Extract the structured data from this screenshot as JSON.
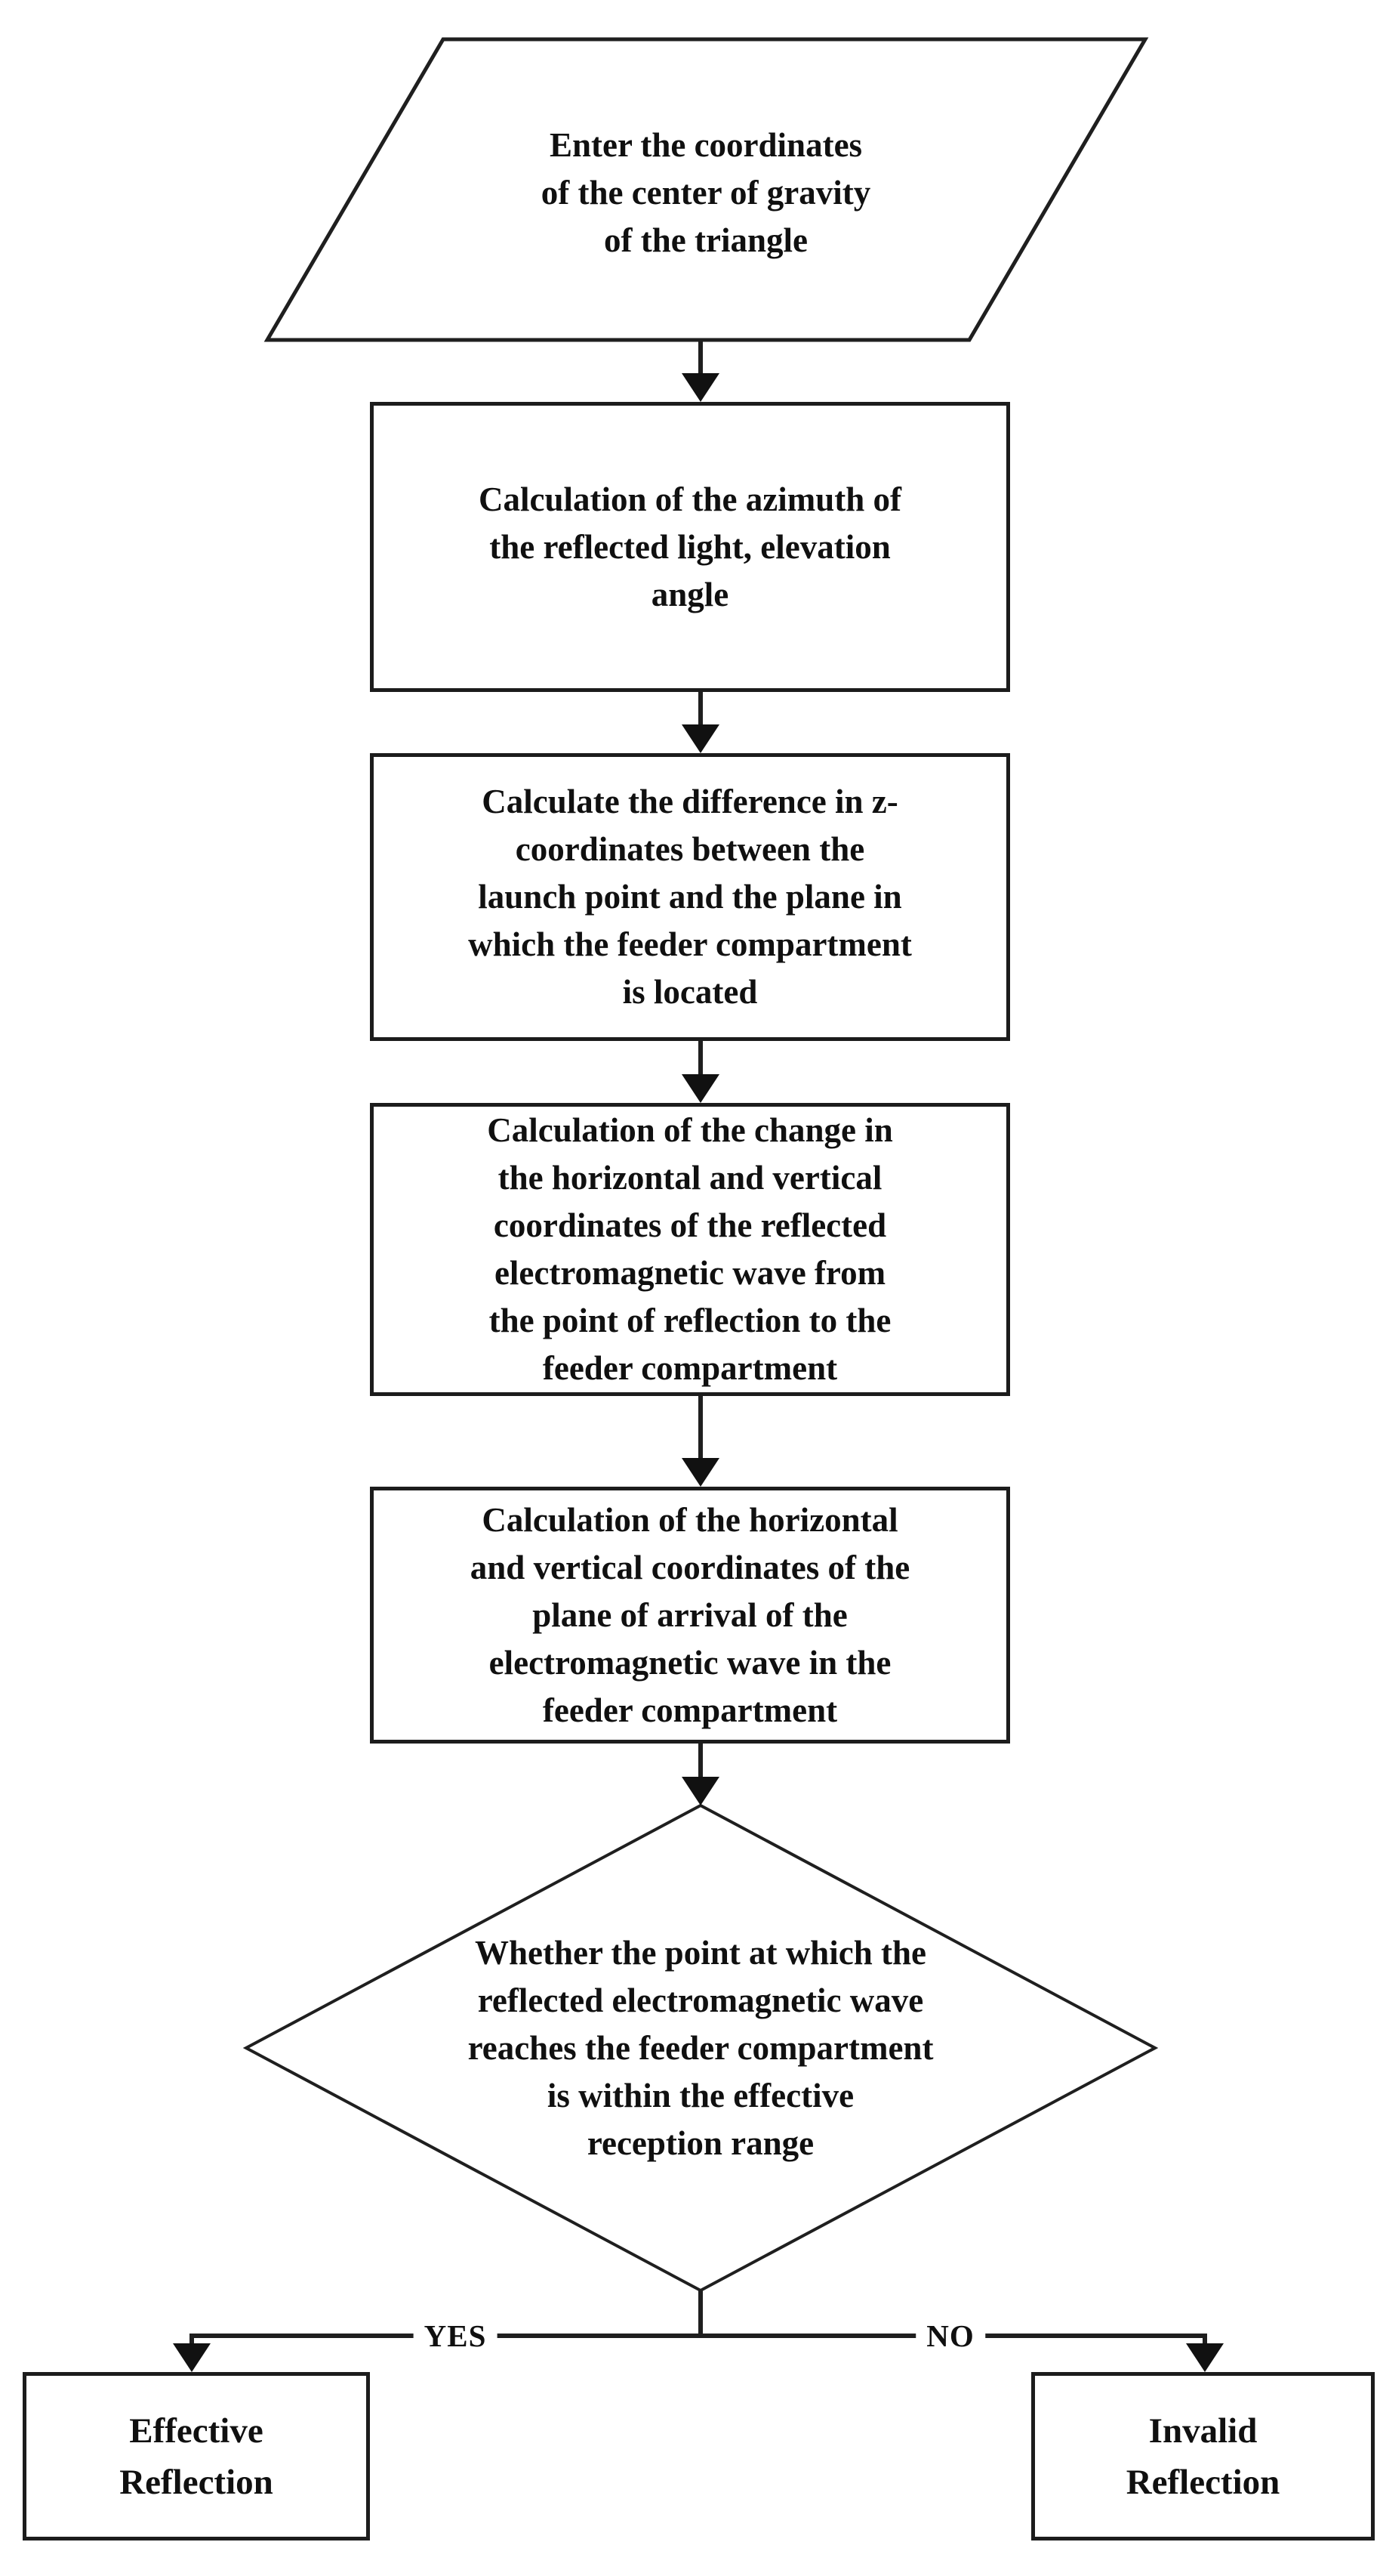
{
  "page": {
    "background": "#ffffff"
  },
  "styles": {
    "line_color": "#1f1f1f",
    "text_color": "#101010",
    "shape_fill": "#ffffff"
  },
  "nodes": {
    "input": {
      "shape": "parallelogram",
      "lines": [
        "Enter the coordinates",
        "of the center of gravity",
        "of the triangle"
      ]
    },
    "calc_azimuth": {
      "shape": "process",
      "lines": [
        "Calculation of the azimuth of",
        "the reflected light, elevation",
        "angle"
      ]
    },
    "calc_z_difference": {
      "shape": "process",
      "lines": [
        "Calculate the difference in z-",
        "coordinates between the",
        "launch point and the plane in",
        "which the feeder compartment",
        "is located"
      ]
    },
    "calc_change": {
      "shape": "process",
      "lines": [
        "Calculation of the change in",
        "the horizontal and vertical",
        "coordinates of the reflected",
        "electromagnetic wave from",
        "the point of reflection to the",
        "feeder compartment"
      ]
    },
    "calc_arrival": {
      "shape": "process",
      "lines": [
        "Calculation of the horizontal",
        "and vertical coordinates of the",
        "plane of arrival of the",
        "electromagnetic wave in the",
        "feeder compartment"
      ]
    },
    "decision": {
      "shape": "decision",
      "lines": [
        "Whether the point at which the",
        "reflected electromagnetic wave",
        "reaches the feeder compartment",
        "is within the effective",
        "reception range"
      ]
    },
    "effective": {
      "shape": "result",
      "lines": [
        "Effective",
        "Reflection"
      ]
    },
    "invalid": {
      "shape": "result",
      "lines": [
        "Invalid",
        "Reflection"
      ]
    }
  },
  "branches": {
    "yes_label": "YES",
    "no_label": "NO"
  },
  "edges": [
    {
      "from": "input",
      "to": "calc_azimuth"
    },
    {
      "from": "calc_azimuth",
      "to": "calc_z_difference"
    },
    {
      "from": "calc_z_difference",
      "to": "calc_change"
    },
    {
      "from": "calc_change",
      "to": "calc_arrival"
    },
    {
      "from": "calc_arrival",
      "to": "decision"
    },
    {
      "from": "decision",
      "to": "effective",
      "label": "YES"
    },
    {
      "from": "decision",
      "to": "invalid",
      "label": "NO"
    }
  ]
}
